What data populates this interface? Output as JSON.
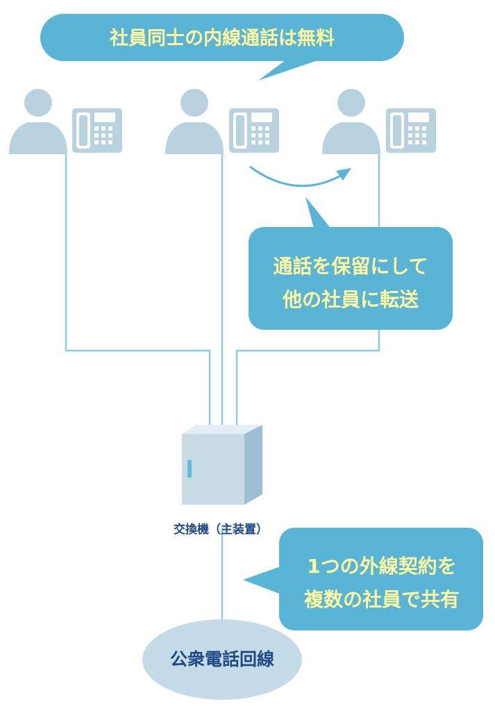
{
  "colors": {
    "bubble": "#5ab4d6",
    "bubble_text": "#fff8a0",
    "icon": "#b9d2e0",
    "line": "#8ec9e0",
    "label": "#1f4a86",
    "ellipse": "#c5dbe8",
    "box_front": "#c9dbe7",
    "box_side": "#9fbfd3",
    "box_top": "#e4eef5",
    "handle": "#5cc0d8"
  },
  "bubbles": {
    "top": "社員同士の内線通話は無料",
    "transfer_line1": "通話を保留にして",
    "transfer_line2": "他の社員に転送",
    "share_line1": "1つの外線契約を",
    "share_line2": "複数の社員で共有"
  },
  "labels": {
    "pbx": "交換機（主装置）",
    "public_line": "公衆電話回線"
  },
  "icons": {
    "person": "person-icon",
    "phone": "desk-phone-icon",
    "arrow": "curved-arrow-icon",
    "switch": "pbx-box-icon"
  }
}
